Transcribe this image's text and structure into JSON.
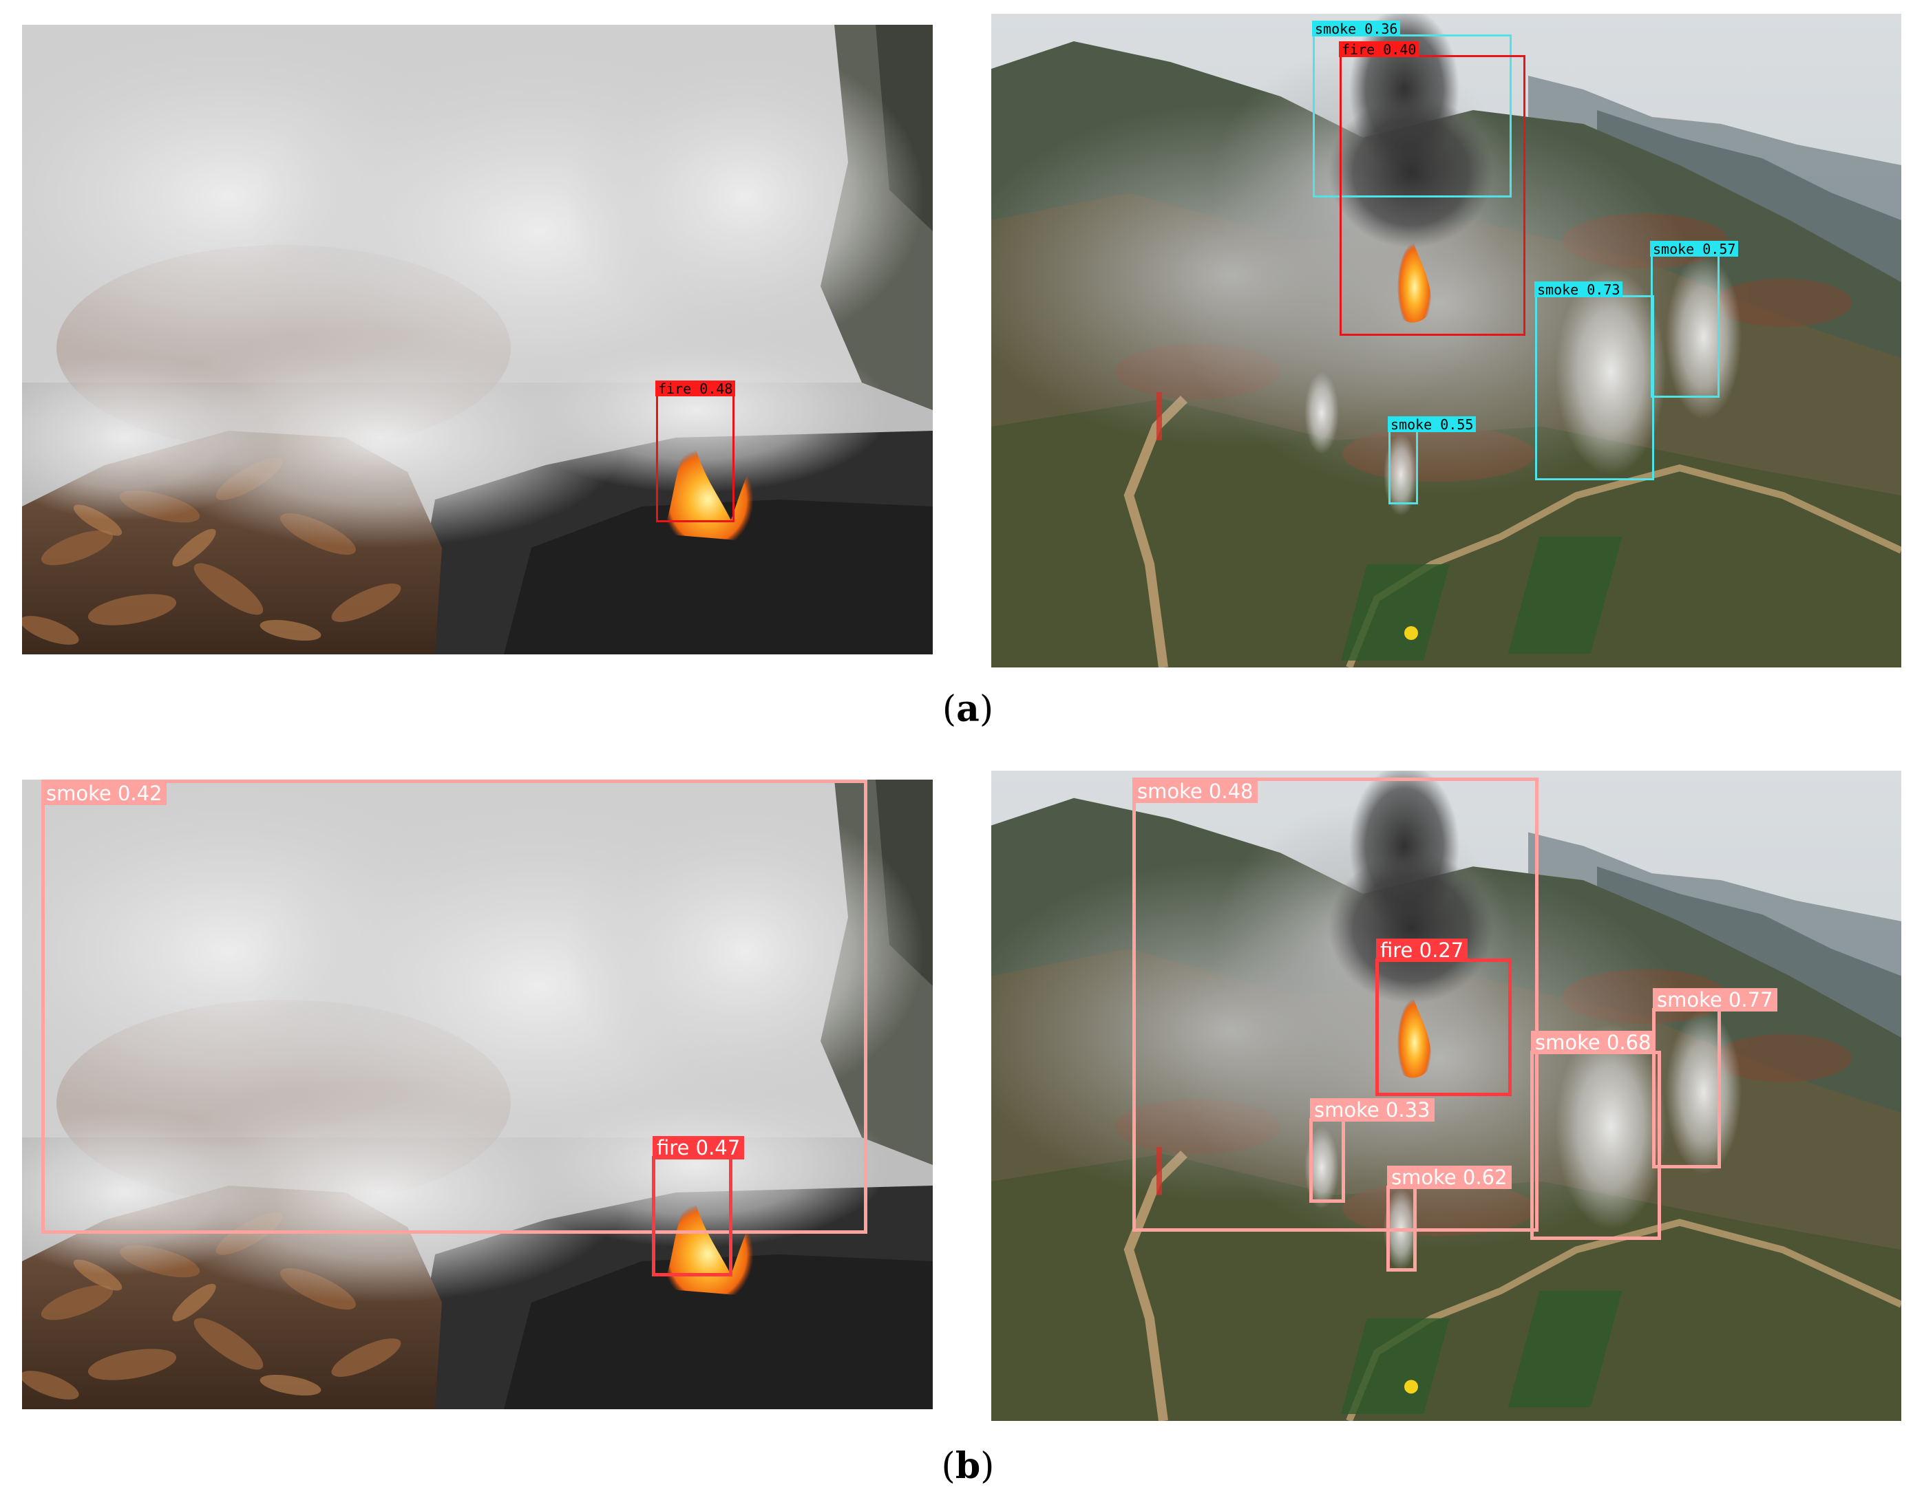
{
  "captions": {
    "a": {
      "open": "(",
      "letter": "a",
      "close": ")"
    },
    "b": {
      "open": "(",
      "letter": "b",
      "close": ")"
    }
  },
  "colors": {
    "row_a_fire": "#ff1a1a",
    "row_a_smoke": "#25e6f0",
    "row_b_smoke": "#ffa3a0",
    "row_b_fire": "#ff3a3e"
  },
  "panels": {
    "a_left": {
      "scene": "leaf-pile-smoke",
      "detections": [
        {
          "class": "fire",
          "label": "fire 0.48"
        }
      ]
    },
    "a_right": {
      "scene": "mountain-forest-fire",
      "detections": [
        {
          "class": "smoke",
          "label": "smoke 0.36"
        },
        {
          "class": "fire",
          "label": "fire 0.40"
        },
        {
          "class": "smoke",
          "label": "smoke 0.57"
        },
        {
          "class": "smoke",
          "label": "smoke 0.73"
        },
        {
          "class": "smoke",
          "label": "smoke 0.55"
        }
      ]
    },
    "b_left": {
      "scene": "leaf-pile-smoke",
      "detections": [
        {
          "class": "smoke",
          "label": "smoke 0.42"
        },
        {
          "class": "fire",
          "label": "fire 0.47"
        }
      ]
    },
    "b_right": {
      "scene": "mountain-forest-fire",
      "detections": [
        {
          "class": "smoke",
          "label": "smoke 0.48"
        },
        {
          "class": "fire",
          "label": "fire 0.27"
        },
        {
          "class": "smoke",
          "label": "smoke 0.77"
        },
        {
          "class": "smoke",
          "label": "smoke 0.68"
        },
        {
          "class": "smoke",
          "label": "smoke 0.33"
        },
        {
          "class": "smoke",
          "label": "smoke 0.62"
        }
      ]
    }
  }
}
